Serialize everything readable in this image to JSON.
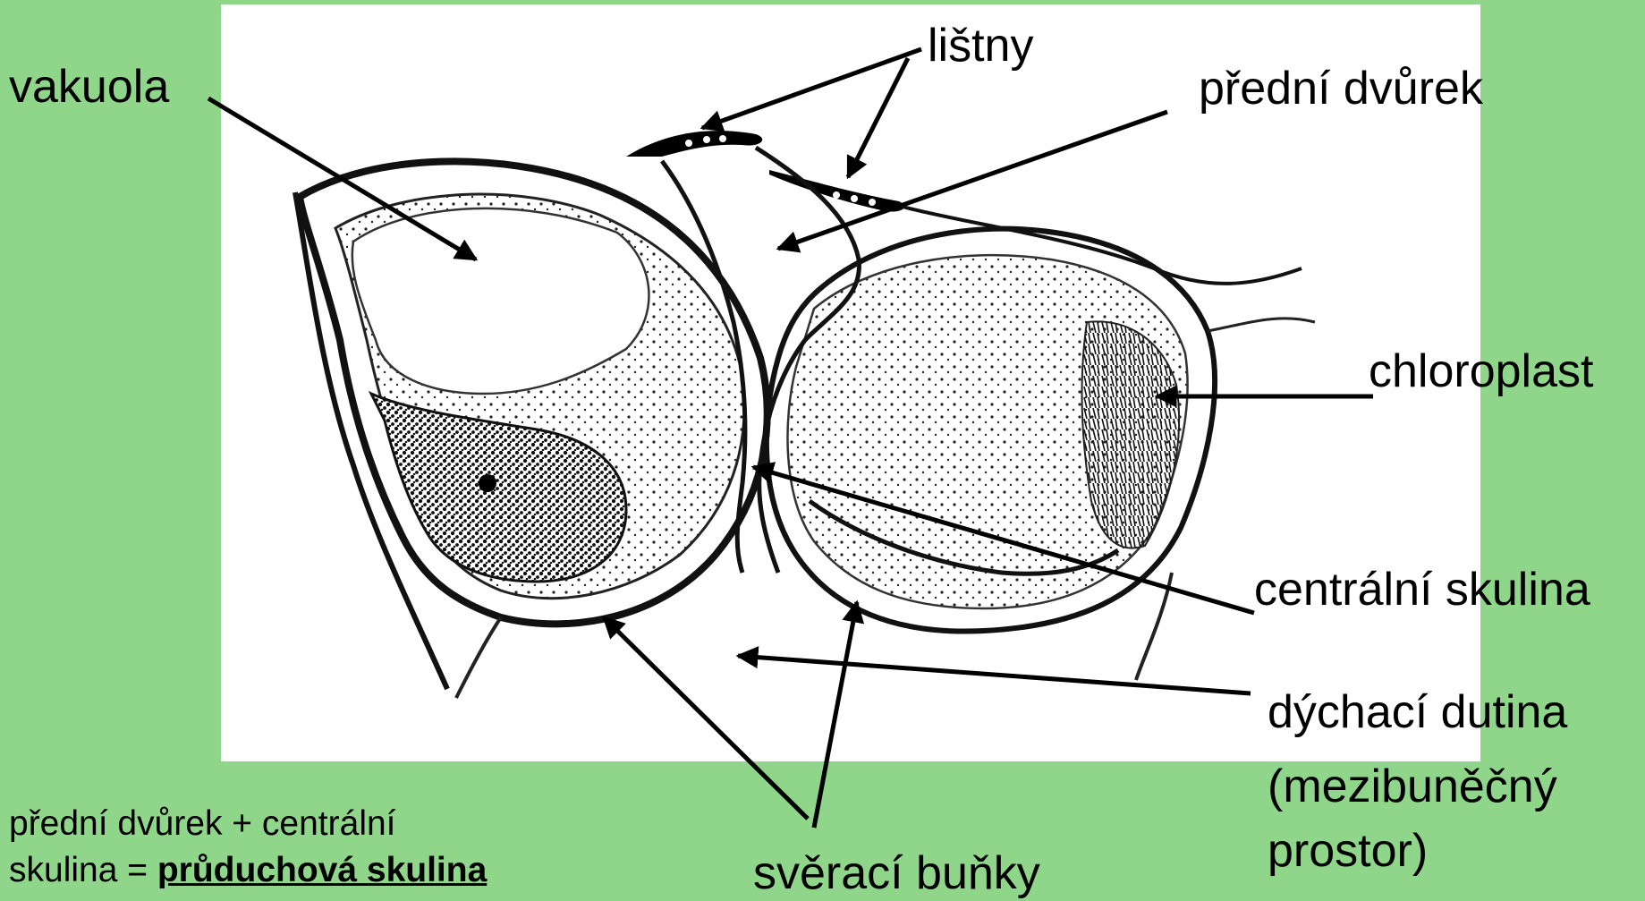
{
  "labels": {
    "vakuola": "vakuola",
    "listny": "lištny",
    "predni_dvurek": "přední dvůrek",
    "chloroplast": "chloroplast",
    "centralni_skulina": "centrální skulina",
    "dychaci_dutina": "dýchací dutina",
    "dychaci_dutina_line2": "(mezibuněčný",
    "dychaci_dutina_line3": "prostor)",
    "sveraci_bunky": "svěrací buňky"
  },
  "note": {
    "line1": "přední dvůrek + centrální",
    "line2_prefix": "skulina = ",
    "line2_emphasis": "průduchová skulina"
  },
  "colors": {
    "background": "#8fd58a",
    "panel": "#ffffff",
    "ink": "#000000"
  }
}
